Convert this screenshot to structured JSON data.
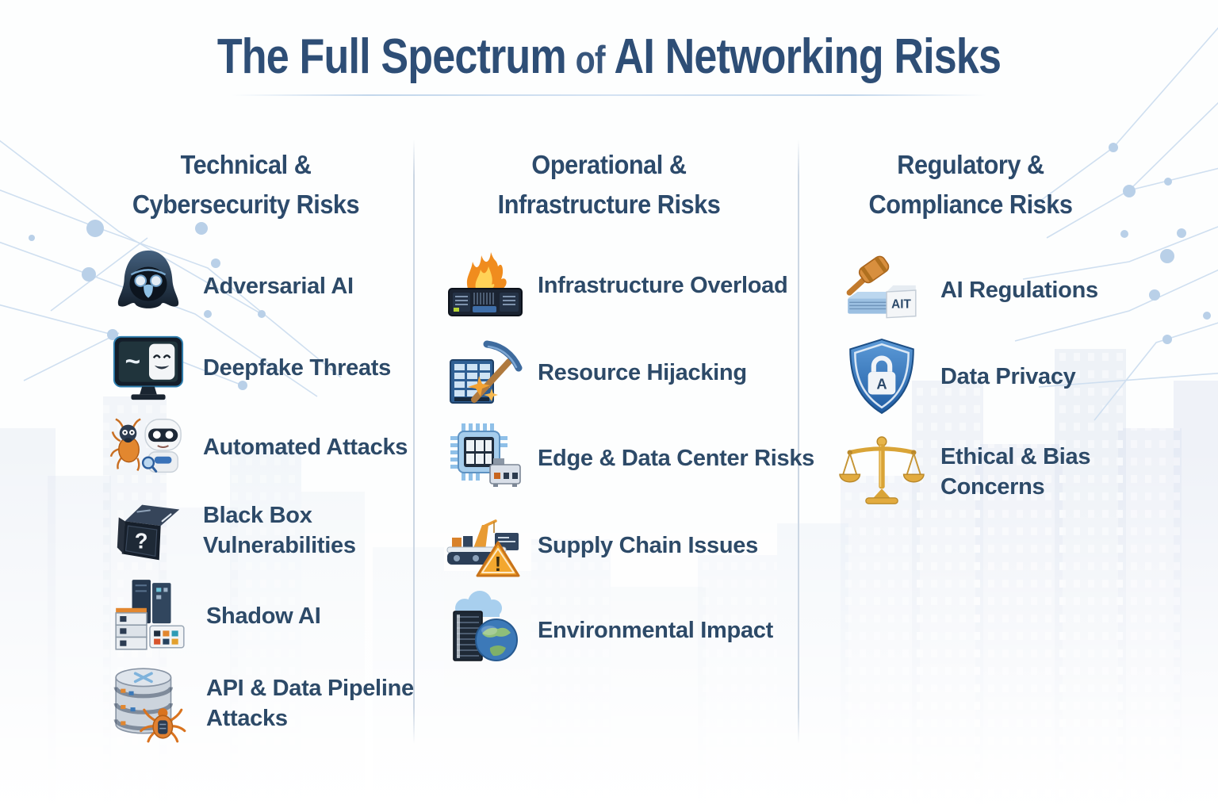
{
  "title": {
    "part1": "The Full Spectrum",
    "connector": "of",
    "part2": "AI Networking Risks"
  },
  "columns": [
    {
      "header_line1": "Technical &",
      "header_line2": "Cybersecurity Risks",
      "items": [
        {
          "label": "Adversarial AI",
          "icon": "adversarial-ai-hooded-figure-icon"
        },
        {
          "label": "Deepfake Threats",
          "icon": "deepfake-monitor-face-icon"
        },
        {
          "label": "Automated Attacks",
          "icon": "bug-and-robot-icon"
        },
        {
          "label": "Black Box Vulnerabilities",
          "icon": "black-box-question-icon"
        },
        {
          "label": "Shadow AI",
          "icon": "shadow-server-cluster-icon"
        },
        {
          "label": "API & Data Pipeline Attacks",
          "icon": "database-spider-icon"
        }
      ]
    },
    {
      "header_line1": "Operational &",
      "header_line2": "Infrastructure Risks",
      "items": [
        {
          "label": "Infrastructure Overload",
          "icon": "burning-server-icon"
        },
        {
          "label": "Resource Hijacking",
          "icon": "server-pickaxe-icon"
        },
        {
          "label": "Edge & Data Center Risks",
          "icon": "chip-edge-device-icon"
        },
        {
          "label": "Supply Chain Issues",
          "icon": "conveyor-warning-icon"
        },
        {
          "label": "Environmental Impact",
          "icon": "server-cloud-globe-icon"
        }
      ]
    },
    {
      "header_line1": "Regulatory &",
      "header_line2": "Compliance Risks",
      "items": [
        {
          "label": "AI Regulations",
          "icon": "gavel-ai-block-icon"
        },
        {
          "label": "Data Privacy",
          "icon": "shield-lock-icon"
        },
        {
          "label": "Ethical & Bias Concerns",
          "icon": "scales-of-justice-icon"
        }
      ]
    }
  ],
  "icon_glyphs": {
    "deepfake_wave": "~",
    "black_box_mark": "?",
    "warning_mark": "!",
    "regulation_block_label": "AIT",
    "privacy_lock_letter": "A"
  },
  "colors": {
    "title_text": "#2e4e76",
    "heading_text": "#2c4a6b",
    "item_text": "#2d4a68",
    "divider": "#ccd7e4",
    "accent_orange": "#e2872f",
    "accent_blue": "#3c79b8",
    "network_line": "#cfdff0"
  }
}
